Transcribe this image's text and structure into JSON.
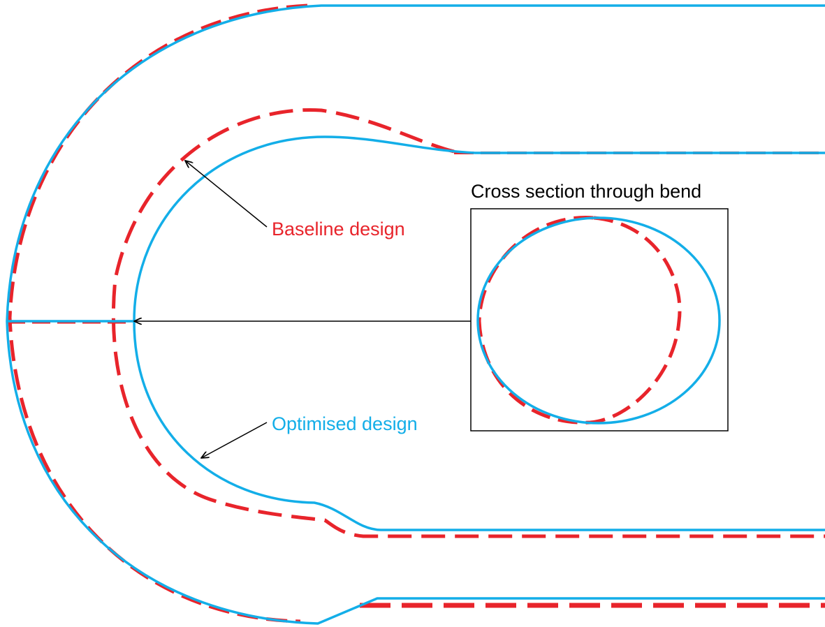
{
  "labels": {
    "cross_section_title": "Cross section through bend",
    "baseline": "Baseline design",
    "optimised": "Optimised design"
  },
  "colors": {
    "baseline": "#e8242b",
    "optimised": "#13aee8",
    "annotation": "#000000",
    "background": "#ffffff"
  }
}
